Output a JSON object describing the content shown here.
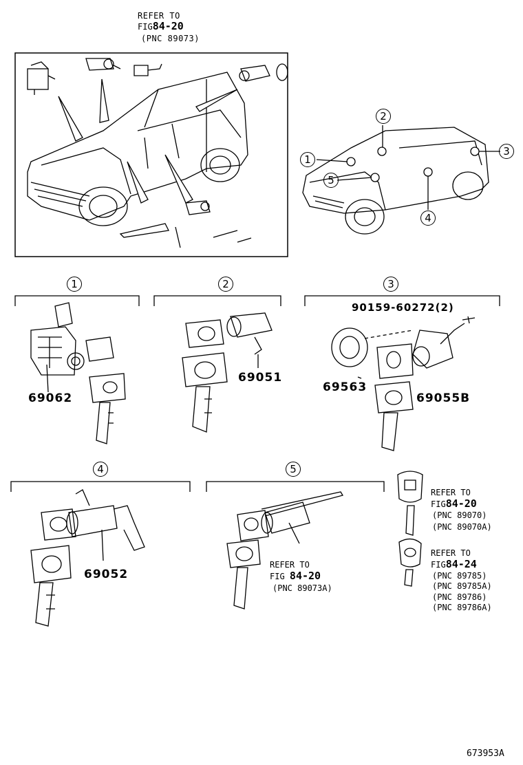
{
  "top_ref": {
    "refer": "REFER TO",
    "fig_prefix": "FIG",
    "fig_num": "84-20",
    "pnc": "(PNC 89073)"
  },
  "vehicle_callouts": [
    "1",
    "2",
    "3",
    "4",
    "5"
  ],
  "groups": [
    {
      "num": "1",
      "part": "69062"
    },
    {
      "num": "2",
      "part": "69051"
    },
    {
      "num": "3",
      "parts": [
        "90159-60272(2)",
        "69563",
        "69055B"
      ]
    },
    {
      "num": "4",
      "part": "69052"
    },
    {
      "num": "5",
      "ref": {
        "refer": "REFER TO",
        "fig_prefix": "FIG",
        "fig_num": "84-20",
        "pnc": "(PNC 89073A)"
      }
    }
  ],
  "key_refs": [
    {
      "refer": "REFER TO",
      "fig_prefix": "FIG",
      "fig_num": "84-20",
      "pncs": [
        "(PNC 89070)",
        "(PNC 89070A)"
      ]
    },
    {
      "refer": "REFER TO",
      "fig_prefix": "FIG",
      "fig_num": "84-24",
      "pncs": [
        "(PNC 89785)",
        "(PNC 89785A)",
        "(PNC 89786)",
        "(PNC 89786A)"
      ]
    }
  ],
  "illustration_id": "673953A"
}
